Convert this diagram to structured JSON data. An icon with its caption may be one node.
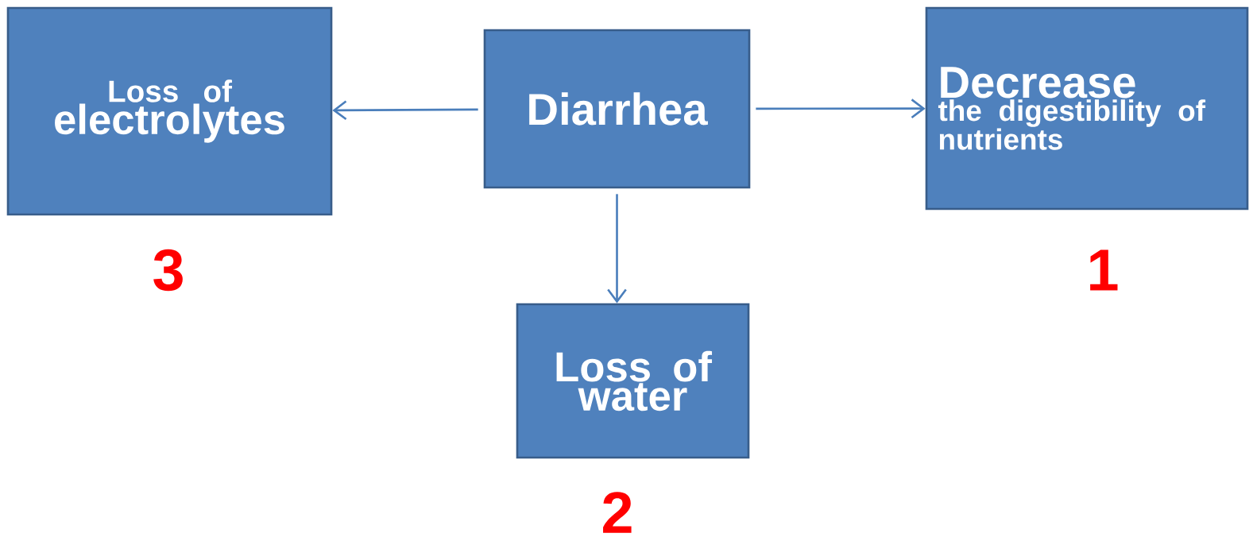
{
  "diagram": {
    "nodes": [
      {
        "text": [
          "Loss of",
          "electrolytes"
        ],
        "beside": [
          "3"
        ]
      },
      {
        "text": [
          "Diarrhea"
        ]
      },
      {
        "text": [
          "Decrease",
          "the digestibility of nutrients"
        ],
        "beside": [
          "1"
        ]
      },
      {
        "text": [
          "Loss of water"
        ],
        "beside": [
          "2"
        ]
      }
    ],
    "edges": [
      {
        "from": 1,
        "to": 0,
        "arrow": "to"
      },
      {
        "from": 1,
        "to": 2,
        "arrow": "to"
      },
      {
        "from": 1,
        "to": 3,
        "arrow": "to"
      }
    ]
  }
}
